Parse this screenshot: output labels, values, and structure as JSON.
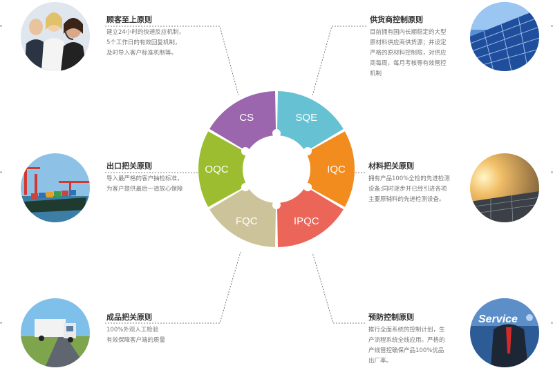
{
  "segments": [
    {
      "label": "CS",
      "color": "#9b66ae"
    },
    {
      "label": "SQE",
      "color": "#66c2d3"
    },
    {
      "label": "IQC",
      "color": "#f28c1e"
    },
    {
      "label": "IPQC",
      "color": "#eb6559"
    },
    {
      "label": "FQC",
      "color": "#cdc39a"
    },
    {
      "label": "OQC",
      "color": "#9bbd2f"
    }
  ],
  "blocks": {
    "customer_first": {
      "title": "顾客至上原则",
      "lines": [
        "建立24小时的快速反应机制，",
        "5个工作日的有效回复机制，",
        "及时导入客户标准机制等。"
      ]
    },
    "supplier_control": {
      "title": "供货商控制原则",
      "lines": [
        "目前拥有国内长期稳定的大型",
        "原材料供应商供货源；并设定",
        "严格的原材料控制限，对供应",
        "商每周，每月考核等有效管控",
        "机制"
      ]
    },
    "outgoing_control": {
      "title": "出口把关原则",
      "lines": [
        "导入最严格的客户抽检标准，",
        "为客户提供最后一道放心保障"
      ]
    },
    "material_control": {
      "title": "材料把关原则",
      "lines": [
        "拥有产品100%全检的先进检测",
        "设备;同时逐步并已经引进各项",
        "主要原辅料的先进检测设备。"
      ]
    },
    "finished_control": {
      "title": "成品把关原则",
      "lines": [
        "100%外观人工检验",
        "有效保障客户端的质量"
      ]
    },
    "prevention_control": {
      "title": "预防控制原则",
      "lines": [
        "推行全面系统的控制计划，生",
        "产流程系统全线应用。严格的",
        "产线管控确保产品100%优品",
        "出厂率。"
      ]
    }
  },
  "photos": {
    "service_text": "Service"
  }
}
